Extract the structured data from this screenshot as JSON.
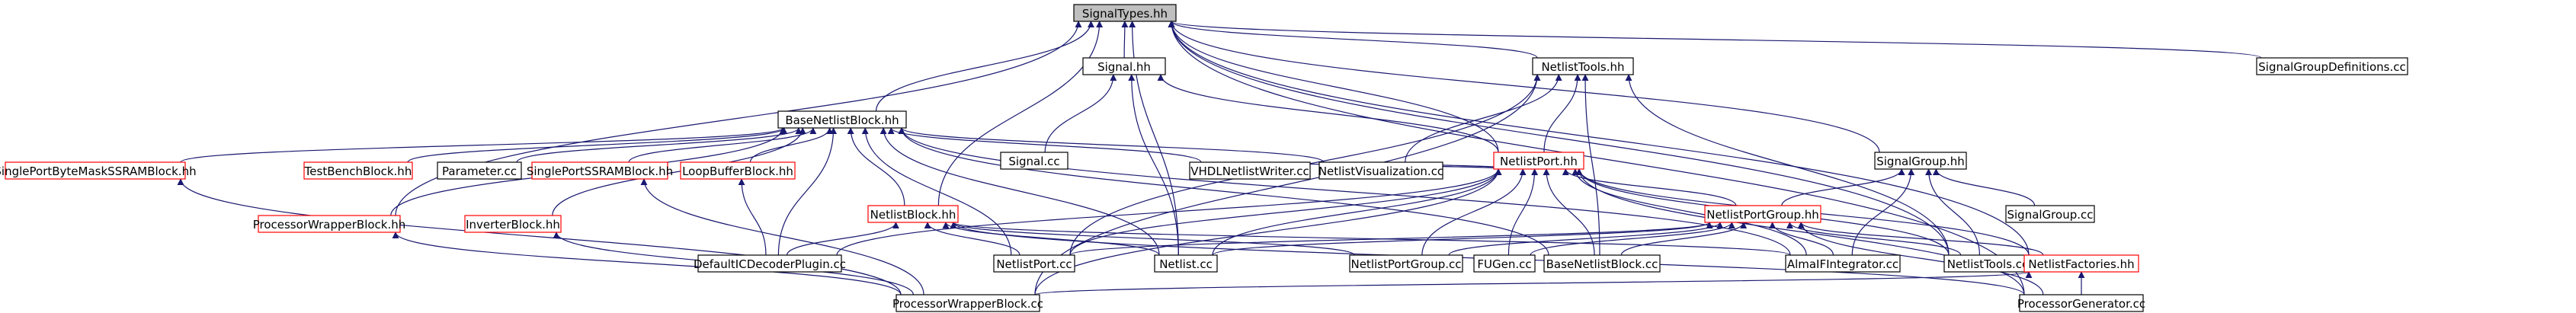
{
  "colors": {
    "edge": "#191970",
    "node_border": "#000000",
    "truncated_border": "#ff0000",
    "self_fill": "#bfbfbf",
    "node_fill": "#ffffff"
  },
  "nodes": [
    {
      "id": "SignalTypes_hh",
      "label": "SignalTypes.hh",
      "style": "self"
    },
    {
      "id": "Signal_hh",
      "label": "Signal.hh",
      "style": "plain"
    },
    {
      "id": "NetlistTools_hh",
      "label": "NetlistTools.hh",
      "style": "plain"
    },
    {
      "id": "SignalGroupDefinitions_cc",
      "label": "SignalGroupDefinitions.cc",
      "style": "plain"
    },
    {
      "id": "BaseNetlistBlock_hh",
      "label": "BaseNetlistBlock.hh",
      "style": "plain"
    },
    {
      "id": "Signal_cc",
      "label": "Signal.cc",
      "style": "plain"
    },
    {
      "id": "NetlistPort_hh",
      "label": "NetlistPort.hh",
      "style": "trunc"
    },
    {
      "id": "SignalGroup_hh",
      "label": "SignalGroup.hh",
      "style": "plain"
    },
    {
      "id": "SinglePortByteMaskSSRAMBlock_hh",
      "label": "SinglePortByteMaskSSRAMBlock.hh",
      "style": "trunc"
    },
    {
      "id": "TestBenchBlock_hh",
      "label": "TestBenchBlock.hh",
      "style": "trunc"
    },
    {
      "id": "Parameter_cc",
      "label": "Parameter.cc",
      "style": "plain"
    },
    {
      "id": "SinglePortSSRAMBlock_hh",
      "label": "SinglePortSSRAMBlock.hh",
      "style": "trunc"
    },
    {
      "id": "LoopBufferBlock_hh",
      "label": "LoopBufferBlock.hh",
      "style": "trunc"
    },
    {
      "id": "NetlistBlock_hh",
      "label": "NetlistBlock.hh",
      "style": "trunc"
    },
    {
      "id": "VHDLNetlistWriter_cc",
      "label": "VHDLNetlistWriter.cc",
      "style": "plain"
    },
    {
      "id": "NetlistVisualization_cc",
      "label": "NetlistVisualization.cc",
      "style": "plain"
    },
    {
      "id": "NetlistPortGroup_hh",
      "label": "NetlistPortGroup.hh",
      "style": "trunc"
    },
    {
      "id": "SignalGroup_cc",
      "label": "SignalGroup.cc",
      "style": "plain"
    },
    {
      "id": "ProcessorWrapperBlock_hh",
      "label": "ProcessorWrapperBlock.hh",
      "style": "trunc"
    },
    {
      "id": "InverterBlock_hh",
      "label": "InverterBlock.hh",
      "style": "trunc"
    },
    {
      "id": "DefaultICDecoderPlugin_cc",
      "label": "DefaultICDecoderPlugin.cc",
      "style": "plain"
    },
    {
      "id": "NetlistPort_cc",
      "label": "NetlistPort.cc",
      "style": "plain"
    },
    {
      "id": "Netlist_cc",
      "label": "Netlist.cc",
      "style": "plain"
    },
    {
      "id": "NetlistPortGroup_cc",
      "label": "NetlistPortGroup.cc",
      "style": "plain"
    },
    {
      "id": "FUGen_cc",
      "label": "FUGen.cc",
      "style": "plain"
    },
    {
      "id": "BaseNetlistBlock_cc",
      "label": "BaseNetlistBlock.cc",
      "style": "plain"
    },
    {
      "id": "AlmaIFIntegrator_cc",
      "label": "AlmaIFIntegrator.cc",
      "style": "plain"
    },
    {
      "id": "NetlistTools_cc",
      "label": "NetlistTools.cc",
      "style": "plain"
    },
    {
      "id": "NetlistFactories_hh",
      "label": "NetlistFactories.hh",
      "style": "trunc"
    },
    {
      "id": "ProcessorWrapperBlock_cc",
      "label": "ProcessorWrapperBlock.cc",
      "style": "plain"
    },
    {
      "id": "ProcessorGenerator_cc",
      "label": "ProcessorGenerator.cc",
      "style": "plain"
    }
  ],
  "edges": [
    [
      "SignalTypes_hh",
      "Signal_hh"
    ],
    [
      "SignalTypes_hh",
      "NetlistTools_hh"
    ],
    [
      "SignalTypes_hh",
      "SignalGroupDefinitions_cc"
    ],
    [
      "SignalTypes_hh",
      "BaseNetlistBlock_hh"
    ],
    [
      "SignalTypes_hh",
      "NetlistPort_hh"
    ],
    [
      "SignalTypes_hh",
      "SignalGroup_hh"
    ],
    [
      "SignalTypes_hh",
      "NetlistBlock_hh"
    ],
    [
      "SignalTypes_hh",
      "Netlist_cc"
    ],
    [
      "SignalTypes_hh",
      "ProcessorWrapperBlock_hh"
    ],
    [
      "SignalTypes_hh",
      "NetlistFactories_hh"
    ],
    [
      "SignalTypes_hh",
      "ProcessorGenerator_cc"
    ],
    [
      "SignalTypes_hh",
      "NetlistTools_cc"
    ],
    [
      "Signal_hh",
      "Signal_cc"
    ],
    [
      "Signal_hh",
      "NetlistPort_hh"
    ],
    [
      "Signal_hh",
      "Netlist_cc"
    ],
    [
      "NetlistTools_hh",
      "NetlistPort_hh"
    ],
    [
      "NetlistTools_hh",
      "NetlistPort_cc"
    ],
    [
      "NetlistTools_hh",
      "NetlistVisualization_cc"
    ],
    [
      "NetlistTools_hh",
      "BaseNetlistBlock_cc"
    ],
    [
      "NetlistTools_hh",
      "NetlistTools_cc"
    ],
    [
      "NetlistTools_hh",
      "ProcessorWrapperBlock_cc"
    ],
    [
      "BaseNetlistBlock_hh",
      "SinglePortByteMaskSSRAMBlock_hh"
    ],
    [
      "BaseNetlistBlock_hh",
      "TestBenchBlock_hh"
    ],
    [
      "BaseNetlistBlock_hh",
      "Parameter_cc"
    ],
    [
      "BaseNetlistBlock_hh",
      "SinglePortSSRAMBlock_hh"
    ],
    [
      "BaseNetlistBlock_hh",
      "LoopBufferBlock_hh"
    ],
    [
      "BaseNetlistBlock_hh",
      "NetlistBlock_hh"
    ],
    [
      "BaseNetlistBlock_hh",
      "VHDLNetlistWriter_cc"
    ],
    [
      "BaseNetlistBlock_hh",
      "NetlistVisualization_cc"
    ],
    [
      "BaseNetlistBlock_hh",
      "ProcessorWrapperBlock_hh"
    ],
    [
      "BaseNetlistBlock_hh",
      "InverterBlock_hh"
    ],
    [
      "BaseNetlistBlock_hh",
      "DefaultICDecoderPlugin_cc"
    ],
    [
      "BaseNetlistBlock_hh",
      "NetlistPort_cc"
    ],
    [
      "BaseNetlistBlock_hh",
      "Netlist_cc"
    ],
    [
      "BaseNetlistBlock_hh",
      "BaseNetlistBlock_cc"
    ],
    [
      "BaseNetlistBlock_hh",
      "AlmaIFIntegrator_cc"
    ],
    [
      "NetlistPort_hh",
      "NetlistPortGroup_hh"
    ],
    [
      "NetlistPort_hh",
      "VHDLNetlistWriter_cc"
    ],
    [
      "NetlistPort_hh",
      "NetlistVisualization_cc"
    ],
    [
      "NetlistPort_hh",
      "DefaultICDecoderPlugin_cc"
    ],
    [
      "NetlistPort_hh",
      "NetlistPort_cc"
    ],
    [
      "NetlistPort_hh",
      "Netlist_cc"
    ],
    [
      "NetlistPort_hh",
      "NetlistPortGroup_cc"
    ],
    [
      "NetlistPort_hh",
      "FUGen_cc"
    ],
    [
      "NetlistPort_hh",
      "BaseNetlistBlock_cc"
    ],
    [
      "NetlistPort_hh",
      "AlmaIFIntegrator_cc"
    ],
    [
      "NetlistPort_hh",
      "NetlistTools_cc"
    ],
    [
      "NetlistPort_hh",
      "NetlistFactories_hh"
    ],
    [
      "NetlistPort_hh",
      "ProcessorWrapperBlock_cc"
    ],
    [
      "NetlistPort_hh",
      "ProcessorGenerator_cc"
    ],
    [
      "SignalGroup_hh",
      "NetlistPortGroup_hh"
    ],
    [
      "SignalGroup_hh",
      "SignalGroup_cc"
    ],
    [
      "SignalGroup_hh",
      "AlmaIFIntegrator_cc"
    ],
    [
      "SignalGroup_hh",
      "NetlistTools_cc"
    ],
    [
      "NetlistBlock_hh",
      "Netlist_cc"
    ],
    [
      "NetlistBlock_hh",
      "NetlistPort_cc"
    ],
    [
      "NetlistBlock_hh",
      "DefaultICDecoderPlugin_cc"
    ],
    [
      "NetlistBlock_hh",
      "NetlistPortGroup_cc"
    ],
    [
      "NetlistBlock_hh",
      "ProcessorGenerator_cc"
    ],
    [
      "NetlistBlock_hh",
      "AlmaIFIntegrator_cc"
    ],
    [
      "NetlistPortGroup_hh",
      "NetlistPort_cc"
    ],
    [
      "NetlistPortGroup_hh",
      "Netlist_cc"
    ],
    [
      "NetlistPortGroup_hh",
      "FUGen_cc"
    ],
    [
      "NetlistPortGroup_hh",
      "BaseNetlistBlock_cc"
    ],
    [
      "NetlistPortGroup_hh",
      "AlmaIFIntegrator_cc"
    ],
    [
      "NetlistPortGroup_hh",
      "NetlistTools_cc"
    ],
    [
      "NetlistPortGroup_hh",
      "NetlistFactories_hh"
    ],
    [
      "NetlistPortGroup_hh",
      "ProcessorGenerator_cc"
    ],
    [
      "NetlistPortGroup_hh",
      "NetlistPortGroup_cc"
    ],
    [
      "SinglePortByteMaskSSRAMBlock_hh",
      "ProcessorWrapperBlock_cc"
    ],
    [
      "SinglePortSSRAMBlock_hh",
      "ProcessorWrapperBlock_cc"
    ],
    [
      "LoopBufferBlock_hh",
      "DefaultICDecoderPlugin_cc"
    ],
    [
      "ProcessorWrapperBlock_hh",
      "ProcessorWrapperBlock_cc"
    ],
    [
      "InverterBlock_hh",
      "ProcessorWrapperBlock_cc"
    ],
    [
      "NetlistFactories_hh",
      "ProcessorWrapperBlock_cc"
    ],
    [
      "NetlistFactories_hh",
      "ProcessorGenerator_cc"
    ]
  ]
}
